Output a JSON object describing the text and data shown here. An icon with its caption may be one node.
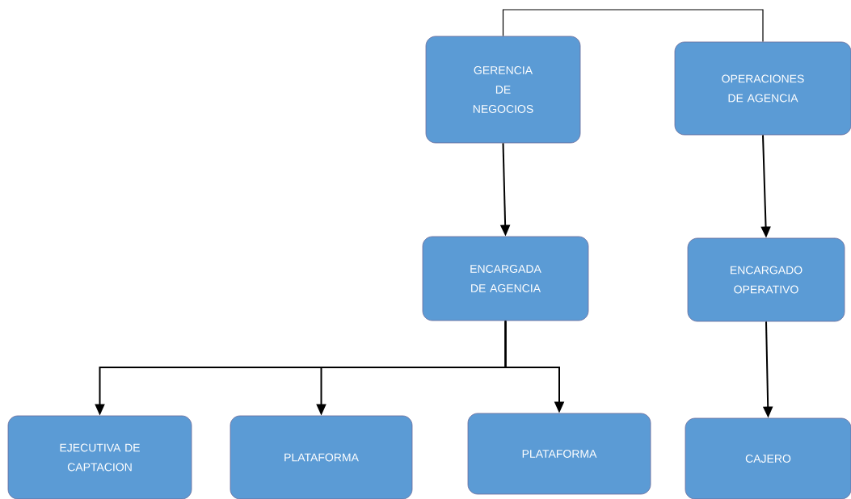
{
  "diagram": {
    "nodes": [
      {
        "text": [
          "GERENCIA DE NEGOCIOS"
        ]
      },
      {
        "text": [
          "OPERACIONES DE AGENCIA"
        ]
      },
      {
        "text": [
          "ENCARGADA DE AGENCIA"
        ]
      },
      {
        "text": [
          "ENCARGADO OPERATIVO"
        ]
      },
      {
        "text": [
          "EJECUTIVA DE CAPTACION"
        ]
      },
      {
        "text": [
          "PLATAFORMA"
        ]
      },
      {
        "text": [
          "PLATAFORMA"
        ]
      },
      {
        "text": [
          "CAJERO"
        ]
      }
    ],
    "edges": [
      {
        "from": 0,
        "to": 1,
        "arrow": "none"
      },
      {
        "from": 0,
        "to": 2,
        "arrow": "to"
      },
      {
        "from": 1,
        "to": 3,
        "arrow": "to"
      },
      {
        "from": 2,
        "to": 4,
        "arrow": "to"
      },
      {
        "from": 2,
        "to": 5,
        "arrow": "to"
      },
      {
        "from": 2,
        "to": 6,
        "arrow": "to"
      },
      {
        "from": 3,
        "to": 7,
        "arrow": "to"
      }
    ]
  }
}
